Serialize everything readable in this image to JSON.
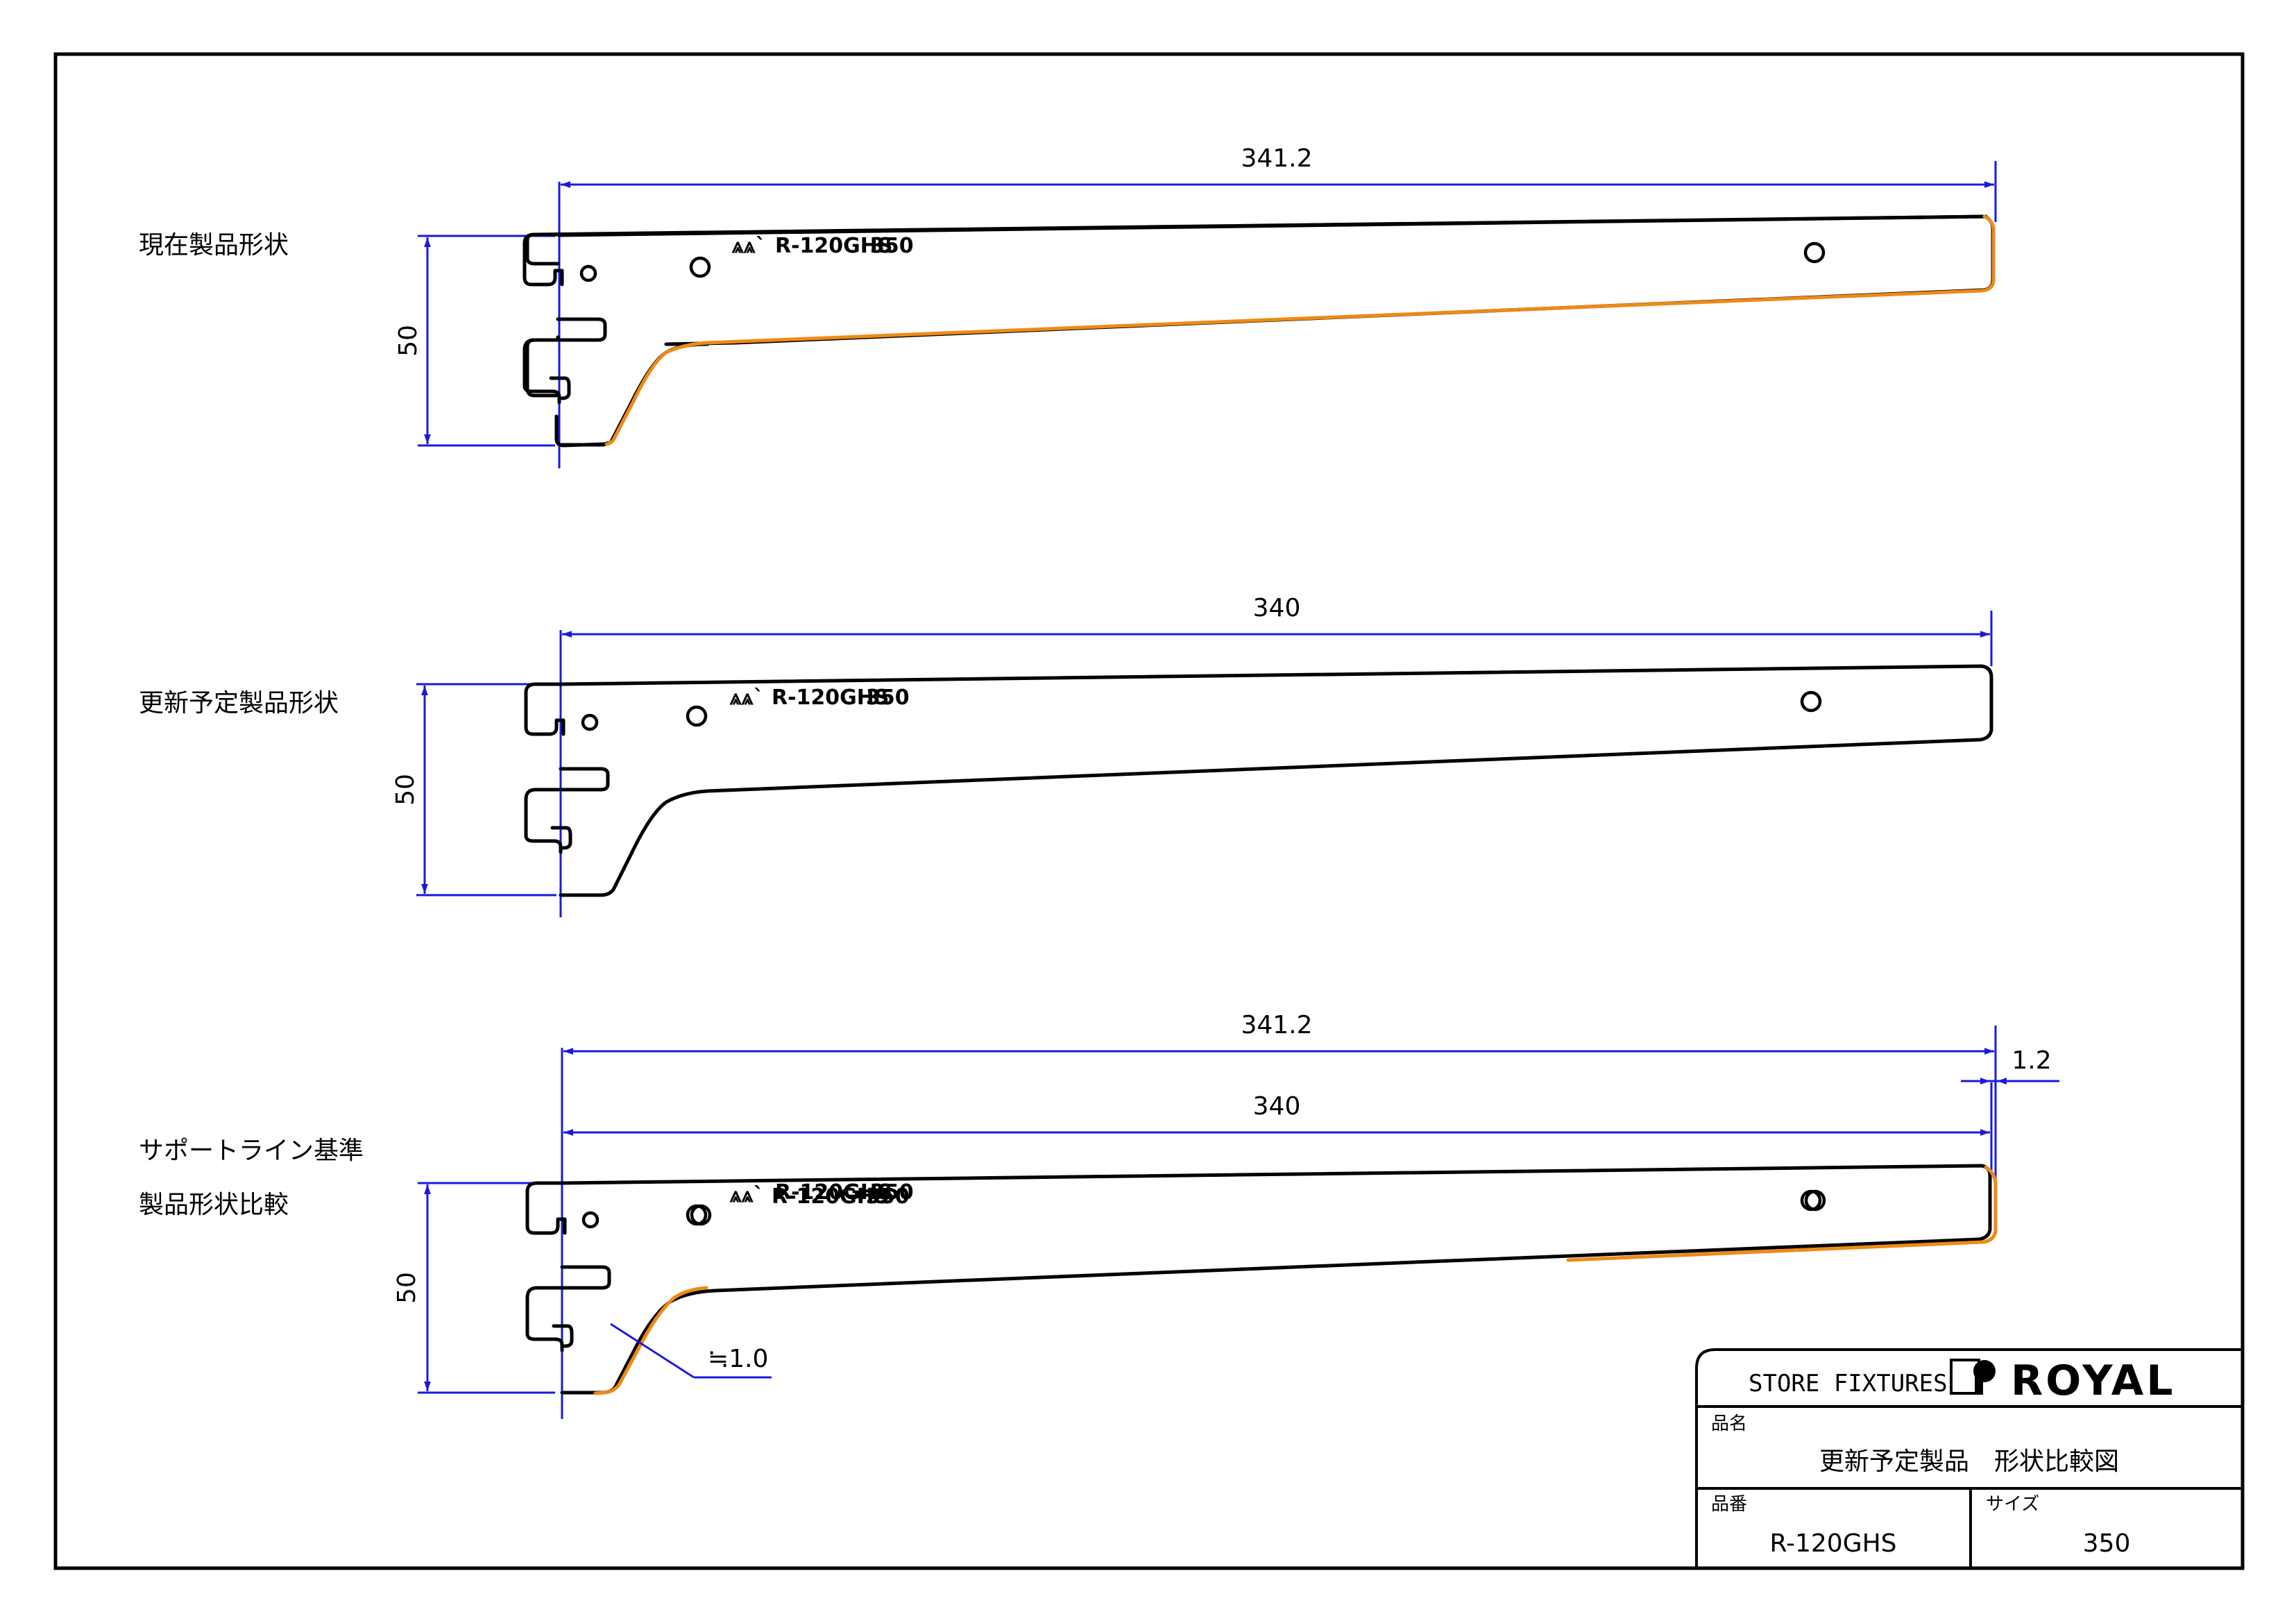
{
  "section_labels": {
    "current": "現在製品形状",
    "planned": "更新予定製品形状",
    "compare_line1": "サポートライン基準",
    "compare_line2": "製品形状比較"
  },
  "dimensions": {
    "top_length": "341.2",
    "top_height": "50",
    "mid_length": "340",
    "mid_height": "50",
    "bot_length_a": "341.2",
    "bot_length_b": "340",
    "bot_diff": "1.2",
    "bot_height": "50",
    "bot_thickness": "≒1.0"
  },
  "stamp": {
    "model": "R-120GHS",
    "size": "350"
  },
  "colors": {
    "outline": "#000000",
    "changed_edge": "#ee8a14",
    "dimension_line": "#1a1adb"
  },
  "title_block": {
    "brand_tag": "STORE FIXTURES",
    "brand_logo": "ROYAL",
    "name_label": "品名",
    "name_value": "更新予定製品　形状比較図",
    "part_label": "品番",
    "part_value": "R-120GHS",
    "size_label": "サイズ",
    "size_value": "350"
  }
}
